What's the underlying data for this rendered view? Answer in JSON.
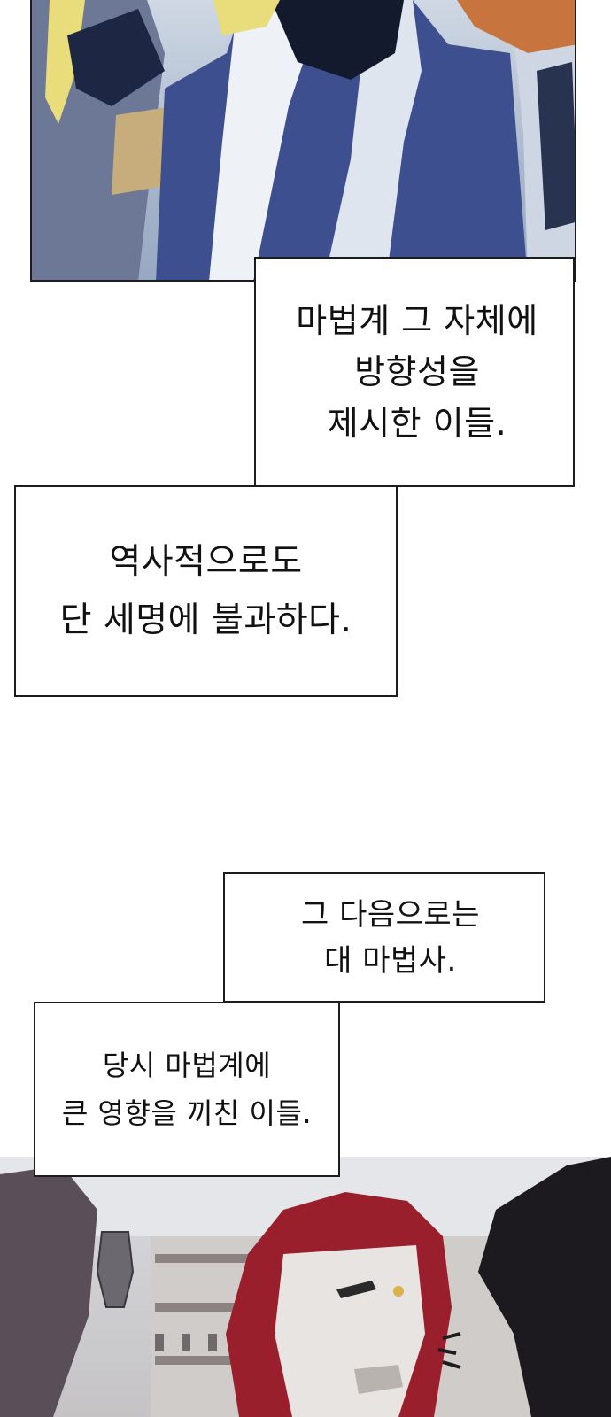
{
  "captions": {
    "first": {
      "line1": "마법계 그 자체에",
      "line2": "방향성을",
      "line3": "제시한 이들."
    },
    "second": {
      "line1": "역사적으로도",
      "line2": "단 세명에 불과하다."
    },
    "third": {
      "line1": "그 다음으로는",
      "line2": "대 마법사."
    },
    "fourth": {
      "line1": "당시 마법계에",
      "line2": "큰 영향을 끼친 이들."
    }
  },
  "colors": {
    "border": "#1c1c1c",
    "robe_blue": "#3d4f8f",
    "robe_white": "#eef1f6",
    "hair_red": "#9a1f2c",
    "hair_blonde": "#e9dc7a",
    "background_panel": "#ffffff"
  }
}
